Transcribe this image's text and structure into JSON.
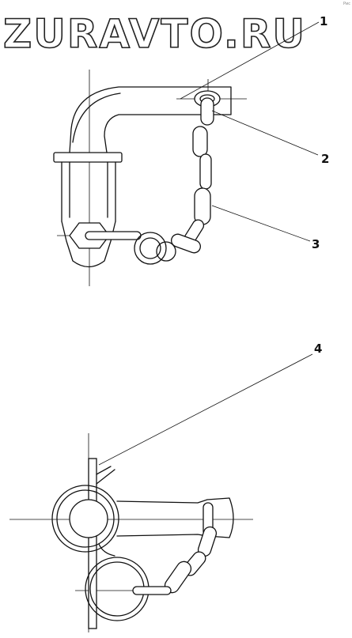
{
  "watermark": "ZURAVTO.RU",
  "corner_mark": "Рис",
  "callouts": [
    {
      "id": "1",
      "label": "1"
    },
    {
      "id": "2",
      "label": "2"
    },
    {
      "id": "3",
      "label": "3"
    },
    {
      "id": "4",
      "label": "4"
    }
  ]
}
